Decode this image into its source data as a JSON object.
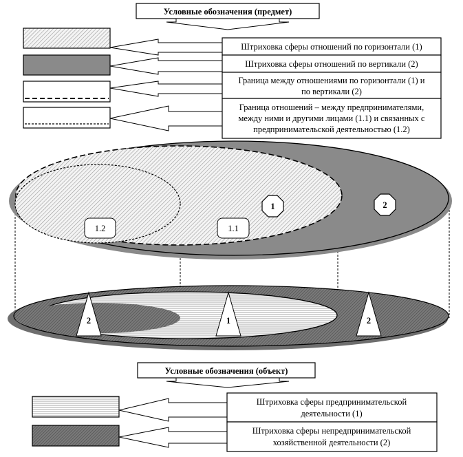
{
  "legend_subject": {
    "title": "Условные обозначения (предмет)",
    "items": [
      {
        "text": "Штриховка сферы отношений по горизонтали (1)"
      },
      {
        "text": "Штриховка сферы отношений по вертикали (2)"
      },
      {
        "lines": [
          "Граница между отношениями по горизонтали (1) и",
          "по вертикали (2)"
        ]
      },
      {
        "lines": [
          "Граница отношений – между предпринимателями,",
          "между ними и другими лицами (1.1) и связанных с",
          "предпринимательской деятельностью (1.2)"
        ]
      }
    ]
  },
  "upper_labels": {
    "region_1_2": "1.2",
    "region_1_1": "1.1",
    "marker_1": "1",
    "marker_2": "2"
  },
  "lower_labels": {
    "triangle_left": "2",
    "triangle_center": "1",
    "triangle_right": "2"
  },
  "legend_object": {
    "title": "Условные обозначения (объект)",
    "items": [
      {
        "lines": [
          "Штриховка сферы предпринимательской",
          "деятельности (1)"
        ]
      },
      {
        "lines": [
          "Штриховка сферы непредпринимательской",
          "хозяйственной деятельности (2)"
        ]
      }
    ]
  }
}
